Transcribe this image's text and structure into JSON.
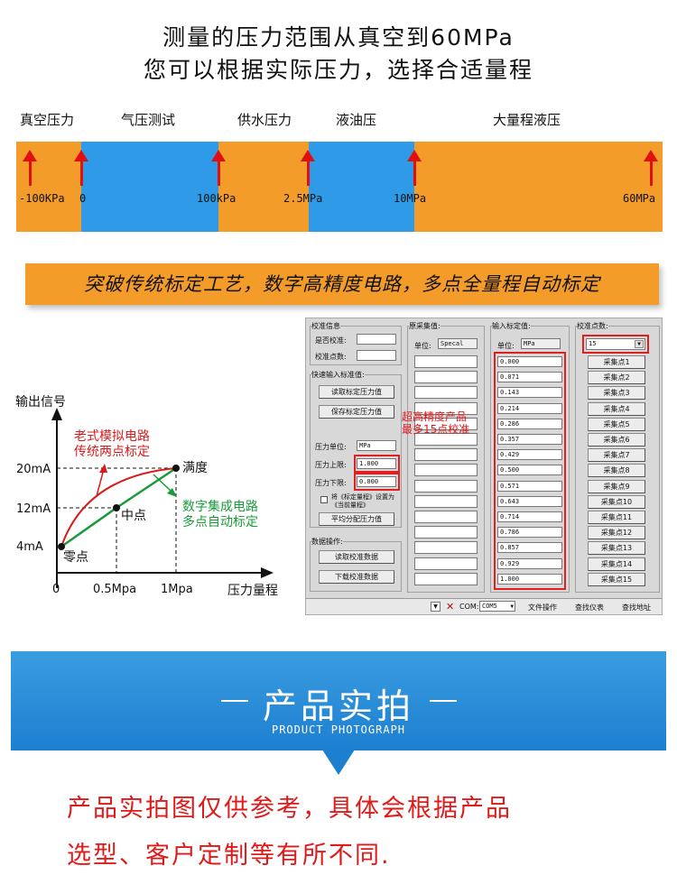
{
  "headline": {
    "line1": "测量的压力范围从真空到60MPa",
    "line2": "您可以根据实际压力，选择合适量程"
  },
  "range": {
    "labels": [
      "真空压力",
      "气压测试",
      "供水压力",
      "液油压",
      "大量程液压"
    ],
    "ticks": [
      "-100KPa",
      "0",
      "100kPa",
      "2.5MPa",
      "10MPa",
      "60MPa"
    ],
    "colors": {
      "orange": "#f39c2a",
      "blue": "#2f9be8",
      "arrow": "#e01010"
    }
  },
  "slogan": "突破传统标定工艺，数字高精度电路，多点全量程自动标定",
  "graph": {
    "ylabel": "输出信号",
    "xlabel": "压力量程",
    "yticks": [
      "20mA",
      "12mA",
      "4mA"
    ],
    "xticks": [
      "0",
      "0.5Mpa",
      "1Mpa"
    ],
    "points": {
      "zero": "零点",
      "mid": "中点",
      "full": "满度"
    },
    "legacy": "老式模拟电路\n传统两点标定",
    "digital": "数字集成电路\n多点自动标定"
  },
  "software": {
    "calib_info": {
      "title": "校准信息",
      "rows": [
        "是否校准:",
        "校准点数:"
      ]
    },
    "quick_input": {
      "title": "快速输入标准值:",
      "read_btn": "读取标定压力值",
      "save_btn": "保存标定压力值",
      "unit_label": "压力单位:",
      "unit_value": "MPa",
      "upper_label": "压力上限:",
      "upper_value": "1.000",
      "lower_label": "压力下限:",
      "lower_value": "0.000",
      "check_label": "将《标定量程》设置为《当前量程》",
      "avg_btn": "平均分配压力值"
    },
    "data_ops": {
      "title": "数据操作:",
      "read_btn": "读取校准数据",
      "download_btn": "下载校准数据"
    },
    "raw": {
      "title": "原采集值:",
      "unit_label": "单位:",
      "unit_value": "Specal"
    },
    "std": {
      "title": "输入标定值:",
      "unit_label": "单位:",
      "unit_value": "MPa",
      "values": [
        "0.000",
        "0.071",
        "0.143",
        "0.214",
        "0.286",
        "0.357",
        "0.429",
        "0.500",
        "0.571",
        "0.643",
        "0.714",
        "0.786",
        "0.857",
        "0.929",
        "1.000"
      ]
    },
    "points": {
      "title": "校准点数:",
      "count": "15",
      "buttons": [
        "采集点1",
        "采集点2",
        "采集点3",
        "采集点4",
        "采集点5",
        "采集点6",
        "采集点7",
        "采集点8",
        "采集点9",
        "采集点10",
        "采集点11",
        "采集点12",
        "采集点13",
        "采集点14",
        "采集点15"
      ]
    },
    "overlay": "超高精度产品\n最多15点校准",
    "status": {
      "com_label": "COM:",
      "com_value": "COM5",
      "file_btn": "文件操作",
      "find_btn": "查找仪表",
      "addr_btn": "查找地址"
    }
  },
  "banner": {
    "title": "产品实拍",
    "subtitle": "PRODUCT PHOTOGRAPH"
  },
  "note": {
    "line1": "产品实拍图仅供参考，具体会根据产品",
    "line2": "选型、客户定制等有所不同."
  }
}
